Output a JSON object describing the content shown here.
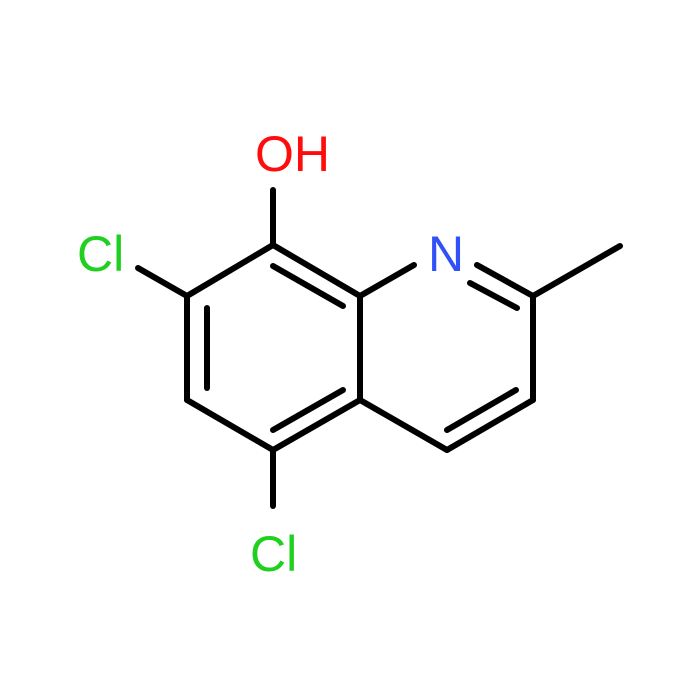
{
  "diagram": {
    "type": "skeletal-structure",
    "bond_color": "#000000",
    "background": "#ffffff",
    "atoms": {
      "hydroxyl": {
        "label": "OH",
        "color": "#ff0d0d"
      },
      "nitrogen": {
        "label": "N",
        "color": "#3050f8"
      },
      "chlorine_7": {
        "label": "Cl",
        "color": "#1fd01f"
      },
      "chlorine_5": {
        "label": "Cl",
        "color": "#1fd01f"
      }
    }
  }
}
